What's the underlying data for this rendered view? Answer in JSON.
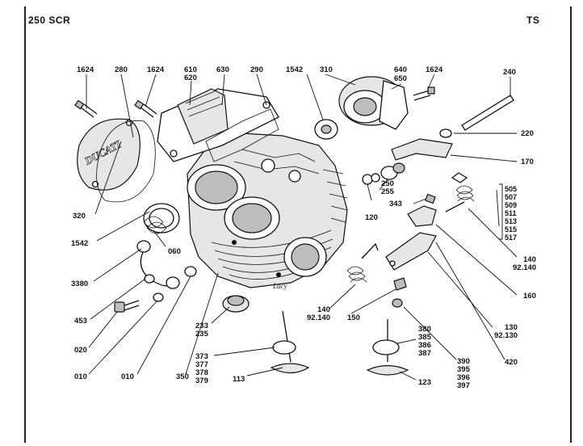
{
  "header": {
    "model": "250 SCR",
    "section": "TS"
  },
  "brand": "DUCATI",
  "signature": "Lucy",
  "labels": {
    "l1624a": "1624",
    "l280": "280",
    "l1624b": "1624",
    "l610": "610",
    "l620": "620",
    "l630": "630",
    "l290": "290",
    "l1542a": "1542",
    "l310": "310",
    "l640": "640",
    "l650": "650",
    "l1624c": "1624",
    "l240": "240",
    "l220": "220",
    "l170": "170",
    "l250": "250",
    "l255": "255",
    "l120": "120",
    "l343": "343",
    "g505": "505",
    "g507": "507",
    "g509": "509",
    "g511": "511",
    "g513": "513",
    "g515": "515",
    "g517": "517",
    "l140a": "140",
    "l92140a": "92.140",
    "l160": "160",
    "l320": "320",
    "l1542b": "1542",
    "l060": "060",
    "l3380": "3380",
    "l453": "453",
    "l020": "020",
    "l010a": "010",
    "l010b": "010",
    "l350": "350",
    "l233": "233",
    "l235": "235",
    "l140b": "140",
    "l92140b": "92.140",
    "l150": "150",
    "l130": "130",
    "l92130": "92.130",
    "l420": "420",
    "l373": "373",
    "l377": "377",
    "l378": "378",
    "l379": "379",
    "l113": "113",
    "l380": "380",
    "l385": "385",
    "l386": "386",
    "l387": "387",
    "l390": "390",
    "l395": "395",
    "l396": "396",
    "l397": "397",
    "l123": "123"
  }
}
